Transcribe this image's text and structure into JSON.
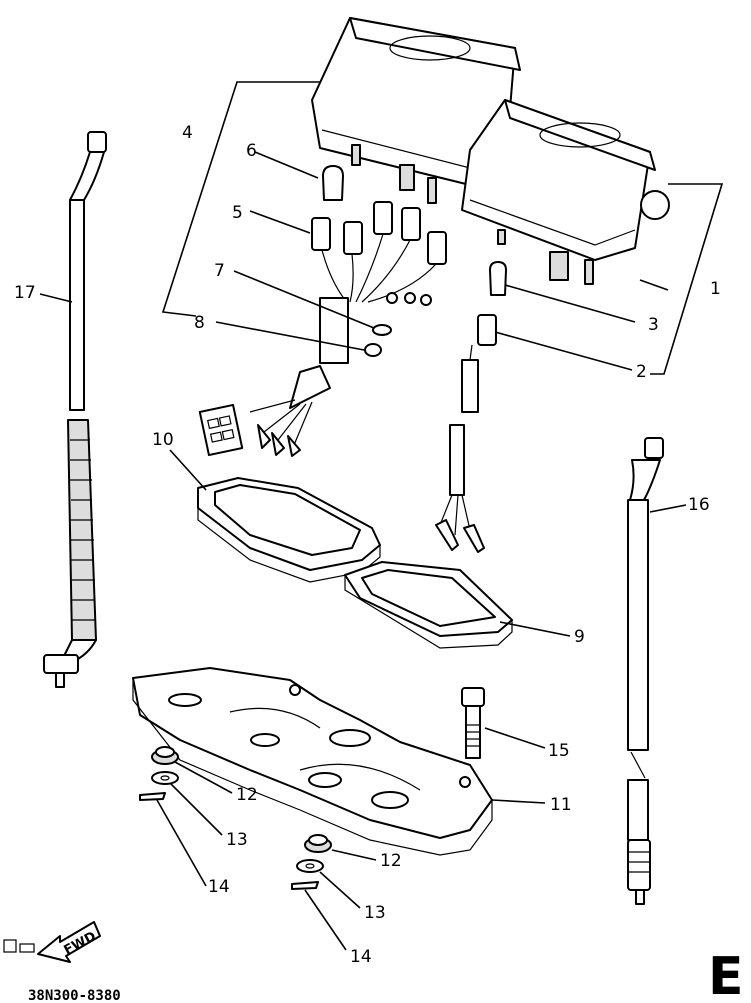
{
  "labels": {
    "p1": "1",
    "p2": "2",
    "p3": "3",
    "p4": "4",
    "p5": "5",
    "p6": "6",
    "p7": "7",
    "p8": "8",
    "p9": "9",
    "p10": "10",
    "p11": "11",
    "p12a": "12",
    "p12b": "12",
    "p13a": "13",
    "p13b": "13",
    "p14a": "14",
    "p14b": "14",
    "p15": "15",
    "p16": "16",
    "p17": "17"
  },
  "fwd_label": "FWD",
  "diagram_code": "38N300-8380",
  "page_letter": "E"
}
